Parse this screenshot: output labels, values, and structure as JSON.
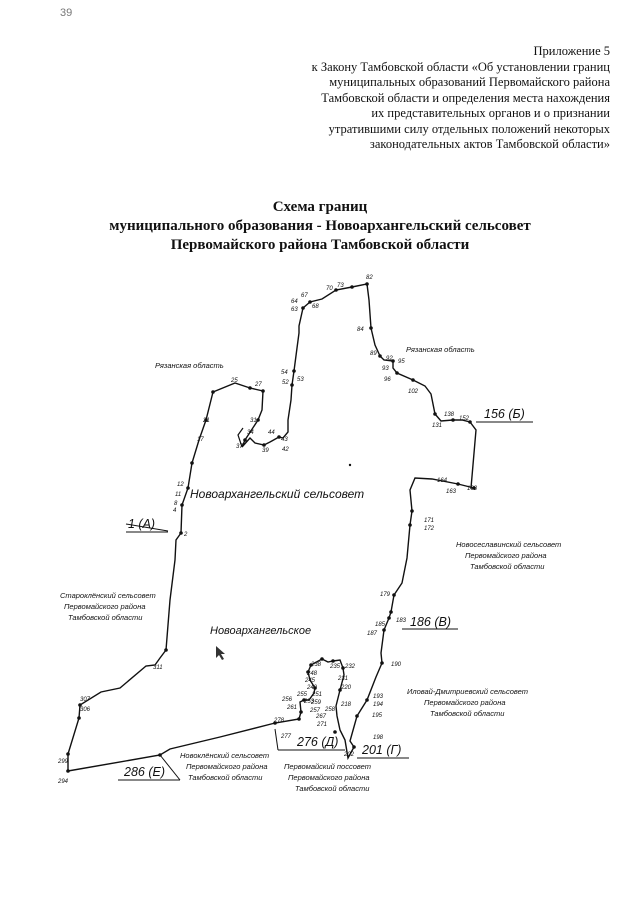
{
  "scan_mark": "39",
  "appendix": {
    "lines": [
      "Приложение 5",
      "к Закону Тамбовской области «Об установлении границ",
      "муниципальных образований Первомайского района",
      "Тамбовской области и определения места нахождения",
      "их представительных органов и о признании",
      "утратившими силу отдельных положений некоторых",
      "законодательных актов Тамбовской области»"
    ]
  },
  "title": {
    "line1": "Схема границ",
    "line2": "муниципального образования - Новоархангельский сельсовет",
    "line3": "Первомайского района Тамбовской области"
  },
  "map": {
    "center_label": "Новоархангельский сельсовет",
    "village_label": "Новоархангельское",
    "regions": {
      "ryazan_top": "Рязанская область",
      "ryazan_left": "Рязанская область",
      "novoseslavino": [
        "Новосеславинский сельсовет",
        "Первомайского района",
        "Тамбовской области"
      ],
      "starokleny": [
        "Староклёнский сельсовет",
        "Первомайского района",
        "Тамбовской области"
      ],
      "ilovai": [
        "Иловай-Дмитриевский сельсовет",
        "Первомайского района",
        "Тамбовской области"
      ],
      "novokleny": [
        "Новоклёнский сельсовет",
        "Первомайского района",
        "Тамбовской области"
      ],
      "pervomaisky": [
        "Первомайский поссовет",
        "Первомайского района",
        "Тамбовской области"
      ]
    },
    "markers": {
      "a": "1 (А)",
      "b": "156 (Б)",
      "v": "186 (В)",
      "g": "201 (Г)",
      "d": "276 (Д)",
      "e": "286 (Е)"
    },
    "points": {
      "p2": "2",
      "p4": "4",
      "p8": "8",
      "p11": "11",
      "p12": "12",
      "p17": "17",
      "p21": "21",
      "p25": "25",
      "p27": "27",
      "p31": "31",
      "p34": "34",
      "p37": "37",
      "p39": "39",
      "p42": "42",
      "p43": "43",
      "p44": "44",
      "p52": "52",
      "p53": "53",
      "p54": "54",
      "p63": "63",
      "p64": "64",
      "p67": "67",
      "p68": "68",
      "p70": "70",
      "p73": "73",
      "p82": "82",
      "p84": "84",
      "p89": "89",
      "p92": "92",
      "p93": "93",
      "p95": "95",
      "p96": "96",
      "p102": "102",
      "p131": "131",
      "p138": "138",
      "p152": "152",
      "p163": "163",
      "p164": "164",
      "p168": "168",
      "p171": "171",
      "p172": "172",
      "p179": "179",
      "p183": "183",
      "p185": "185",
      "p187": "187",
      "p190": "190",
      "p193": "193",
      "p194": "194",
      "p195": "195",
      "p198": "198",
      "p202": "202",
      "p218": "218",
      "p220": "220",
      "p231": "231",
      "p232": "232",
      "p235": "235",
      "p238": "238",
      "p245": "245",
      "p248": "248",
      "p249": "249",
      "p251": "251",
      "p253": "253",
      "p255": "255",
      "p256": "256",
      "p257": "257",
      "p258": "258",
      "p259": "259",
      "p261": "261",
      "p267": "267",
      "p271": "271",
      "p277": "277",
      "p278": "278",
      "p294": "294",
      "p299": "299",
      "p306": "306",
      "p307": "307",
      "p311": "311"
    },
    "line_color": "#111111"
  }
}
